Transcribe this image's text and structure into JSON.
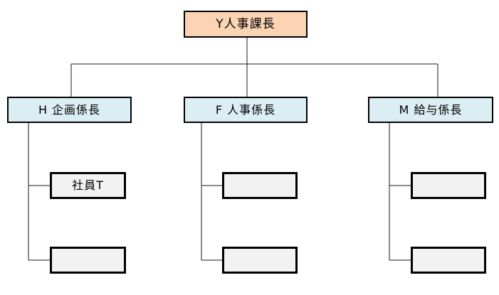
{
  "org_chart": {
    "type": "organization-chart",
    "root": {
      "label": "Y人事課長"
    },
    "managers": [
      {
        "label": "H 企画係長",
        "subordinates": [
          {
            "label": "社員T"
          },
          {
            "label": ""
          }
        ]
      },
      {
        "label": "F 人事係長",
        "subordinates": [
          {
            "label": ""
          },
          {
            "label": ""
          }
        ]
      },
      {
        "label": "M 給与係長",
        "subordinates": [
          {
            "label": ""
          },
          {
            "label": ""
          }
        ]
      }
    ],
    "colors": {
      "root_fill": "#FBD4B4",
      "manager_fill": "#DAEEF3",
      "subordinate_fill": "#F2F2F2",
      "box_border": "#000000",
      "connector_line": "#1A1A1A",
      "background": "#FFFFFF",
      "text": "#000000"
    }
  }
}
